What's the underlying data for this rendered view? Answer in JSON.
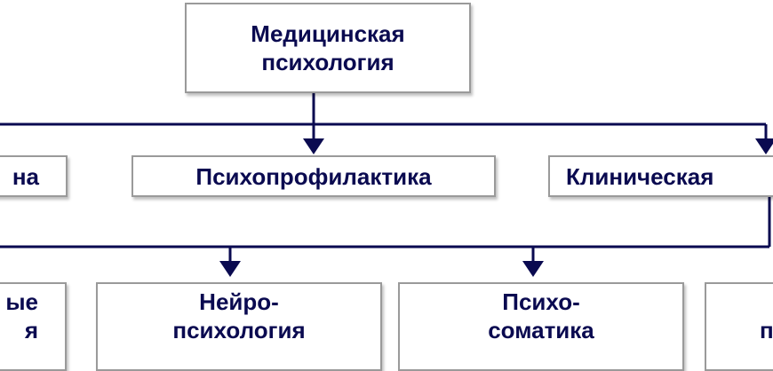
{
  "diagram": {
    "root": {
      "lines": [
        "Медицинская",
        "психология"
      ]
    },
    "level2": [
      {
        "id": "left",
        "lines": [
          "на"
        ]
      },
      {
        "id": "psychoprophylaxis",
        "lines": [
          "Психопрофилактика"
        ]
      },
      {
        "id": "clinical",
        "lines": [
          "Клиническая"
        ]
      }
    ],
    "level3": [
      {
        "id": "left",
        "lines": [
          "ые",
          "я"
        ]
      },
      {
        "id": "neuropsychology",
        "lines": [
          "Нейро-",
          "психология"
        ]
      },
      {
        "id": "psychosomatics",
        "lines": [
          "Психо-",
          "соматика"
        ]
      },
      {
        "id": "right",
        "lines": [
          "",
          "п"
        ]
      }
    ]
  },
  "colors": {
    "text": "#0a0a50",
    "connector": "#0a0a50",
    "border": "#9a9a9a"
  }
}
